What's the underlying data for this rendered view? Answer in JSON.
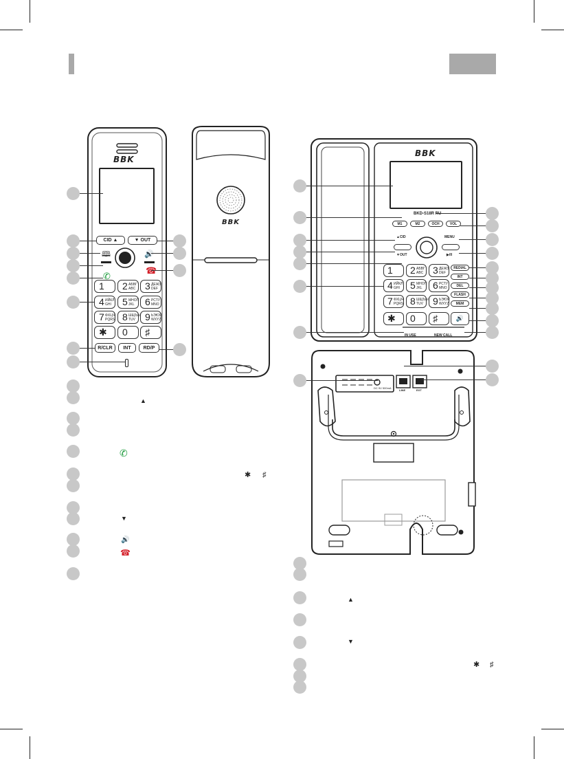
{
  "handset": {
    "brand": "BBK",
    "softkeys": {
      "cid": "CID ▲",
      "out": "▼ OUT",
      "rclr": "R/CLR",
      "int": "INT",
      "rdp": "RD/P"
    },
    "keys": [
      {
        "digit": "1",
        "sub": ""
      },
      {
        "digit": "2",
        "sub": "АБВГ\nABC"
      },
      {
        "digit": "3",
        "sub": "ДЕЖЗ\nDEF"
      },
      {
        "digit": "4",
        "sub": "ИЙКЛ\nGHI"
      },
      {
        "digit": "5",
        "sub": "МНОП\nJKL"
      },
      {
        "digit": "6",
        "sub": "РСТУ\nMNO"
      },
      {
        "digit": "7",
        "sub": "ФХЦЧ\nPQRS"
      },
      {
        "digit": "8",
        "sub": "ШЩЪЫ\nTUV"
      },
      {
        "digit": "9",
        "sub": "ЬЭЮЯ\nWXYZ"
      },
      {
        "digit": "✱",
        "sub": ""
      },
      {
        "digit": "0",
        "sub": ""
      },
      {
        "digit": "♯",
        "sub": ""
      }
    ]
  },
  "back_brand": "BBK",
  "base": {
    "brand": "BBK",
    "model": "BKD-S18R RU",
    "softkeys": {
      "m1": "M1",
      "m2": "M2",
      "m3": "OCH",
      "vol": "VOL",
      "cid": "▲CID",
      "out": "▼OUT",
      "menu": "MENU",
      "play": "▶/II",
      "redial": "REDIAL",
      "int": "INT",
      "del": "DEL",
      "flash": "FLASH",
      "mem": "MEM"
    },
    "strip_labels": {
      "left": "IN USE",
      "right": "NEW CALL"
    },
    "rear_labels": {
      "line": "LINE",
      "ext": "EXT",
      "power": "DC 9V 500mA"
    }
  },
  "colors": {
    "callout": "#c8c8c8",
    "header": "#a9a9a9",
    "green": "#1a9a3a",
    "red": "#d4202a"
  },
  "legend_icons": {
    "handset_up": "▲",
    "handset_down": "▼",
    "handset_star": "✱",
    "handset_hash": "♯",
    "base_up": "▲",
    "base_down": "▼",
    "base_star": "✱",
    "base_hash": "♯"
  }
}
